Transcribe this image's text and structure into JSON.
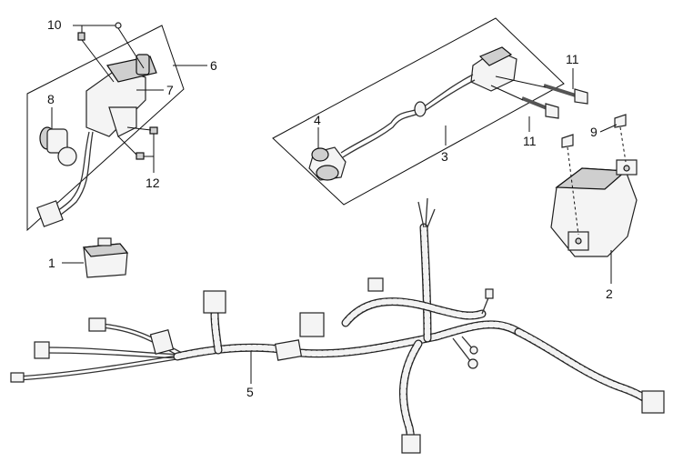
{
  "diagram": {
    "callouts": [
      {
        "id": "c1",
        "label": "1"
      },
      {
        "id": "c2",
        "label": "2"
      },
      {
        "id": "c3",
        "label": "3"
      },
      {
        "id": "c4",
        "label": "4"
      },
      {
        "id": "c5",
        "label": "5"
      },
      {
        "id": "c6",
        "label": "6"
      },
      {
        "id": "c7",
        "label": "7"
      },
      {
        "id": "c8",
        "label": "8"
      },
      {
        "id": "c9",
        "label": "9"
      },
      {
        "id": "c10",
        "label": "10"
      },
      {
        "id": "c11a",
        "label": "11"
      },
      {
        "id": "c11b",
        "label": "11"
      },
      {
        "id": "c12",
        "label": "12"
      }
    ]
  }
}
